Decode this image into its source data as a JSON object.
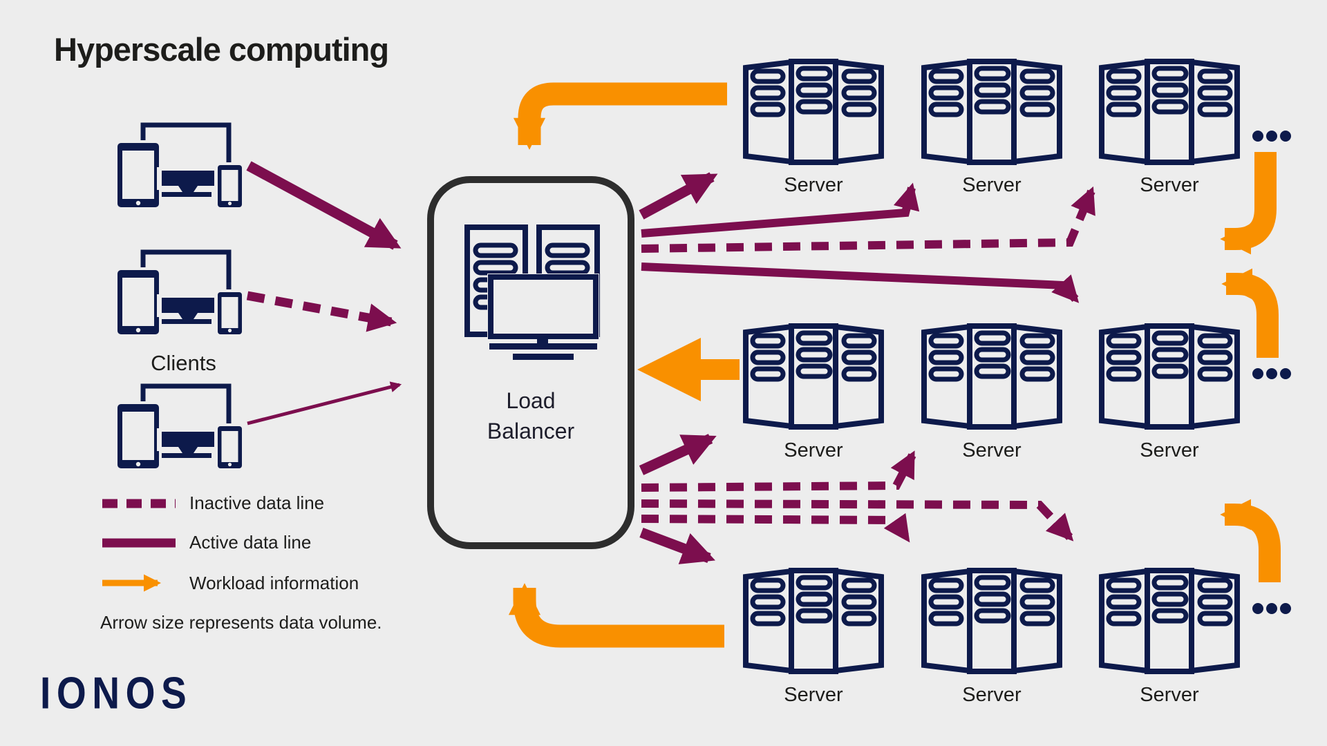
{
  "title": "Hyperscale computing",
  "clients": {
    "label": "Clients",
    "count": 3
  },
  "load_balancer": {
    "label_line1": "Load",
    "label_line2": "Balancer"
  },
  "servers": {
    "label": "Server",
    "rows": 3,
    "per_row": 3,
    "ellipsis": "..."
  },
  "legend": {
    "items": [
      {
        "id": "inactive-data-line",
        "label": "Inactive data line",
        "style": "dashed-maroon"
      },
      {
        "id": "active-data-line",
        "label": "Active data line",
        "style": "solid-maroon"
      },
      {
        "id": "workload-information",
        "label": "Workload information",
        "style": "orange-arrow"
      }
    ],
    "note": "Arrow size represents data volume."
  },
  "logo": "IONOS",
  "colors": {
    "background": "#EDEDED",
    "navy": "#0D1A4B",
    "maroon": "#7C0E4E",
    "orange": "#F99000",
    "box_border": "#2D2D2D",
    "text": "#1D1D1B"
  }
}
